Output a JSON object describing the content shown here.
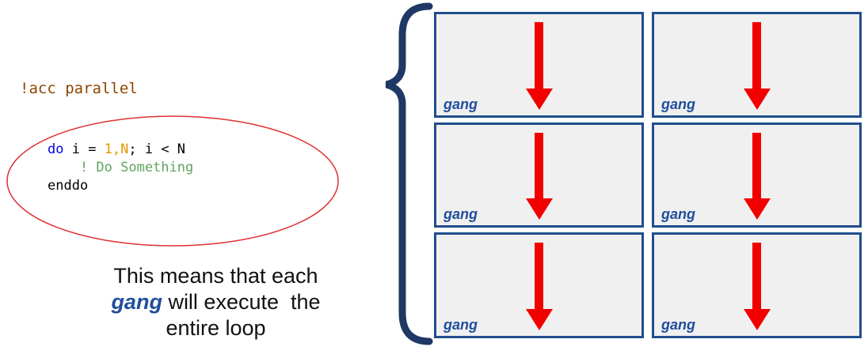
{
  "code": {
    "directive": "!acc parallel",
    "loop": {
      "keyword": "do",
      "middle": " i = ",
      "bounds": "1,N",
      "rest": "; i < N"
    },
    "comment": "    ! Do Something",
    "end": "enddo"
  },
  "caption": {
    "line1": "This means that each",
    "gang_word": "gang",
    "line2_rest": " will execute  the",
    "line3": "entire loop"
  },
  "grid": {
    "cells": [
      {
        "label": "gang"
      },
      {
        "label": "gang"
      },
      {
        "label": "gang"
      },
      {
        "label": "gang"
      },
      {
        "label": "gang"
      },
      {
        "label": "gang"
      }
    ]
  },
  "colors": {
    "directive_brown": "#8C4600",
    "keyword_blue": "#0000E0",
    "bounds_orange": "#E69500",
    "comment_green": "#5FA55F",
    "gang_blue": "#1F4E9C",
    "box_border_blue": "#1F4E8C",
    "box_fill_gray": "#F0F0F0",
    "arrow_red": "#F20000",
    "brace_navy": "#1F3864",
    "ellipse_red": "#E03030"
  }
}
